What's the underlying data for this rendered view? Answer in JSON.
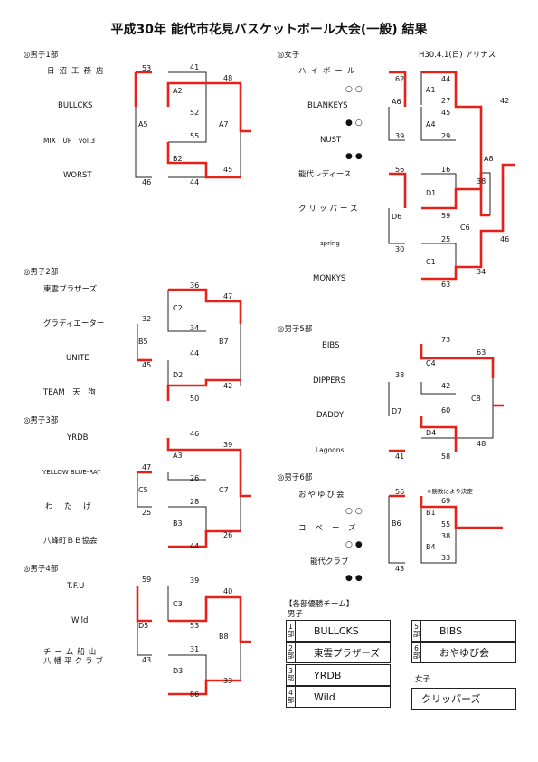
{
  "title": "平成30年 能代市花見バスケットボール大会(一般) 結果",
  "date_venue": "H30.4.1(日) アリナス",
  "sections": {
    "m1": "◎男子1部",
    "m2": "◎男子2部",
    "m3": "◎男子3部",
    "m4": "◎男子4部",
    "w": "◎女子",
    "m5": "◎男子5部",
    "m6": "◎男子6部"
  },
  "teams": {
    "m1": [
      "日沼工務店",
      "BULLCKS",
      "MIX　UP　vol.3",
      "WORST"
    ],
    "m2": [
      "東雲プラザーズ",
      "グラディエーター",
      "UNITE",
      "TEAM　天　狗"
    ],
    "m3": [
      "YRDB",
      "YELLOW BLUE-RAY",
      "わ　た　げ",
      "八峰町ＢＢ協会"
    ],
    "m4": [
      "T.F.U",
      "Wild",
      "チーム船山",
      "八幡平クラブ"
    ],
    "w": [
      "ハイボール",
      "BLANKEYS",
      "NUST",
      "能代レディース",
      "クリッパーズ",
      "spring",
      "MONKYS"
    ],
    "m5": [
      "BIBS",
      "DIPPERS",
      "DADDY",
      "Lagoons"
    ],
    "m6": [
      "おやゆび会",
      "コベーズ",
      "能代クラブ"
    ]
  },
  "marks": {
    "w1": "○○",
    "w2": "●○",
    "w3": "●●",
    "m6a": "○○",
    "m6b": "○●",
    "m6c": "●●"
  },
  "games": {
    "A5": {
      "label": "A5",
      "s1": "53",
      "s2": "46"
    },
    "A2": {
      "label": "A2",
      "s1": "41",
      "s2": "52"
    },
    "B2": {
      "label": "B2",
      "s1": "55",
      "s2": "44"
    },
    "A7": {
      "label": "A7",
      "s1": "48",
      "s2": "45"
    },
    "C2": {
      "label": "C2",
      "s1": "36",
      "s2": "34"
    },
    "B5": {
      "label": "B5",
      "s1": "32",
      "s2": "45"
    },
    "D2": {
      "label": "D2",
      "s1": "44",
      "s2": "50"
    },
    "B7": {
      "label": "B7",
      "s1": "47",
      "s2": "42"
    },
    "A3": {
      "label": "A3",
      "s1": "46",
      "s2": "26"
    },
    "C5": {
      "label": "C5",
      "s1": "47",
      "s2": "25"
    },
    "B3": {
      "label": "B3",
      "s1": "28",
      "s2": "44"
    },
    "C7": {
      "label": "C7",
      "s1": "39",
      "s2": "26"
    },
    "D5": {
      "label": "D5",
      "s1": "59",
      "s2": "43"
    },
    "C3": {
      "label": "C3",
      "s1": "39",
      "s2": "53"
    },
    "D3": {
      "label": "D3",
      "s1": "31",
      "s2": "86"
    },
    "B8": {
      "label": "B8",
      "s1": "40",
      "s2": "33"
    },
    "A6": {
      "label": "A6",
      "s1": "62",
      "s2": "39"
    },
    "A1": {
      "label": "A1",
      "s1": "44",
      "s2": "27"
    },
    "A4": {
      "label": "A4",
      "s1": "45",
      "s2": "29"
    },
    "D6": {
      "label": "D6",
      "s1": "56",
      "s2": "30"
    },
    "D1": {
      "label": "D1",
      "s1": "16",
      "s2": "59"
    },
    "C1": {
      "label": "C1",
      "s1": "25",
      "s2": "63"
    },
    "C6": {
      "label": "C6",
      "s1": "38",
      "s2": "34"
    },
    "A8": {
      "label": "A8",
      "s1": "42",
      "s2": "46"
    },
    "C4": {
      "label": "C4",
      "s1": "73",
      "s2": "42"
    },
    "D7": {
      "label": "D7",
      "s1": "38",
      "s2": "41"
    },
    "D4": {
      "label": "D4",
      "s1": "60",
      "s2": "58"
    },
    "C8": {
      "label": "C8",
      "s1": "63",
      "s2": "48"
    },
    "B6": {
      "label": "B6",
      "s1": "56",
      "s2": "43"
    },
    "B1": {
      "label": "B1",
      "s1": "69",
      "s2": "55"
    },
    "B4": {
      "label": "B4",
      "s1": "38",
      "s2": "33"
    }
  },
  "note": "※勝敗により決定",
  "winners": {
    "title": "【各部優勝チーム】",
    "men_label": "男子",
    "women_label": "女子",
    "rows": [
      {
        "div_num": "1",
        "div_suffix": "部",
        "team": "BULLCKS"
      },
      {
        "div_num": "2",
        "div_suffix": "部",
        "team": "東雲プラザーズ"
      },
      {
        "div_num": "3",
        "div_suffix": "部",
        "team": "YRDB"
      },
      {
        "div_num": "4",
        "div_suffix": "部",
        "team": "Wild"
      },
      {
        "div_num": "5",
        "div_suffix": "部",
        "team": "BIBS"
      },
      {
        "div_num": "6",
        "div_suffix": "部",
        "team": "おやゆび会"
      }
    ],
    "women_team": "クリッパーズ"
  },
  "colors": {
    "winner_line": "#e8201a",
    "line": "#222222"
  }
}
